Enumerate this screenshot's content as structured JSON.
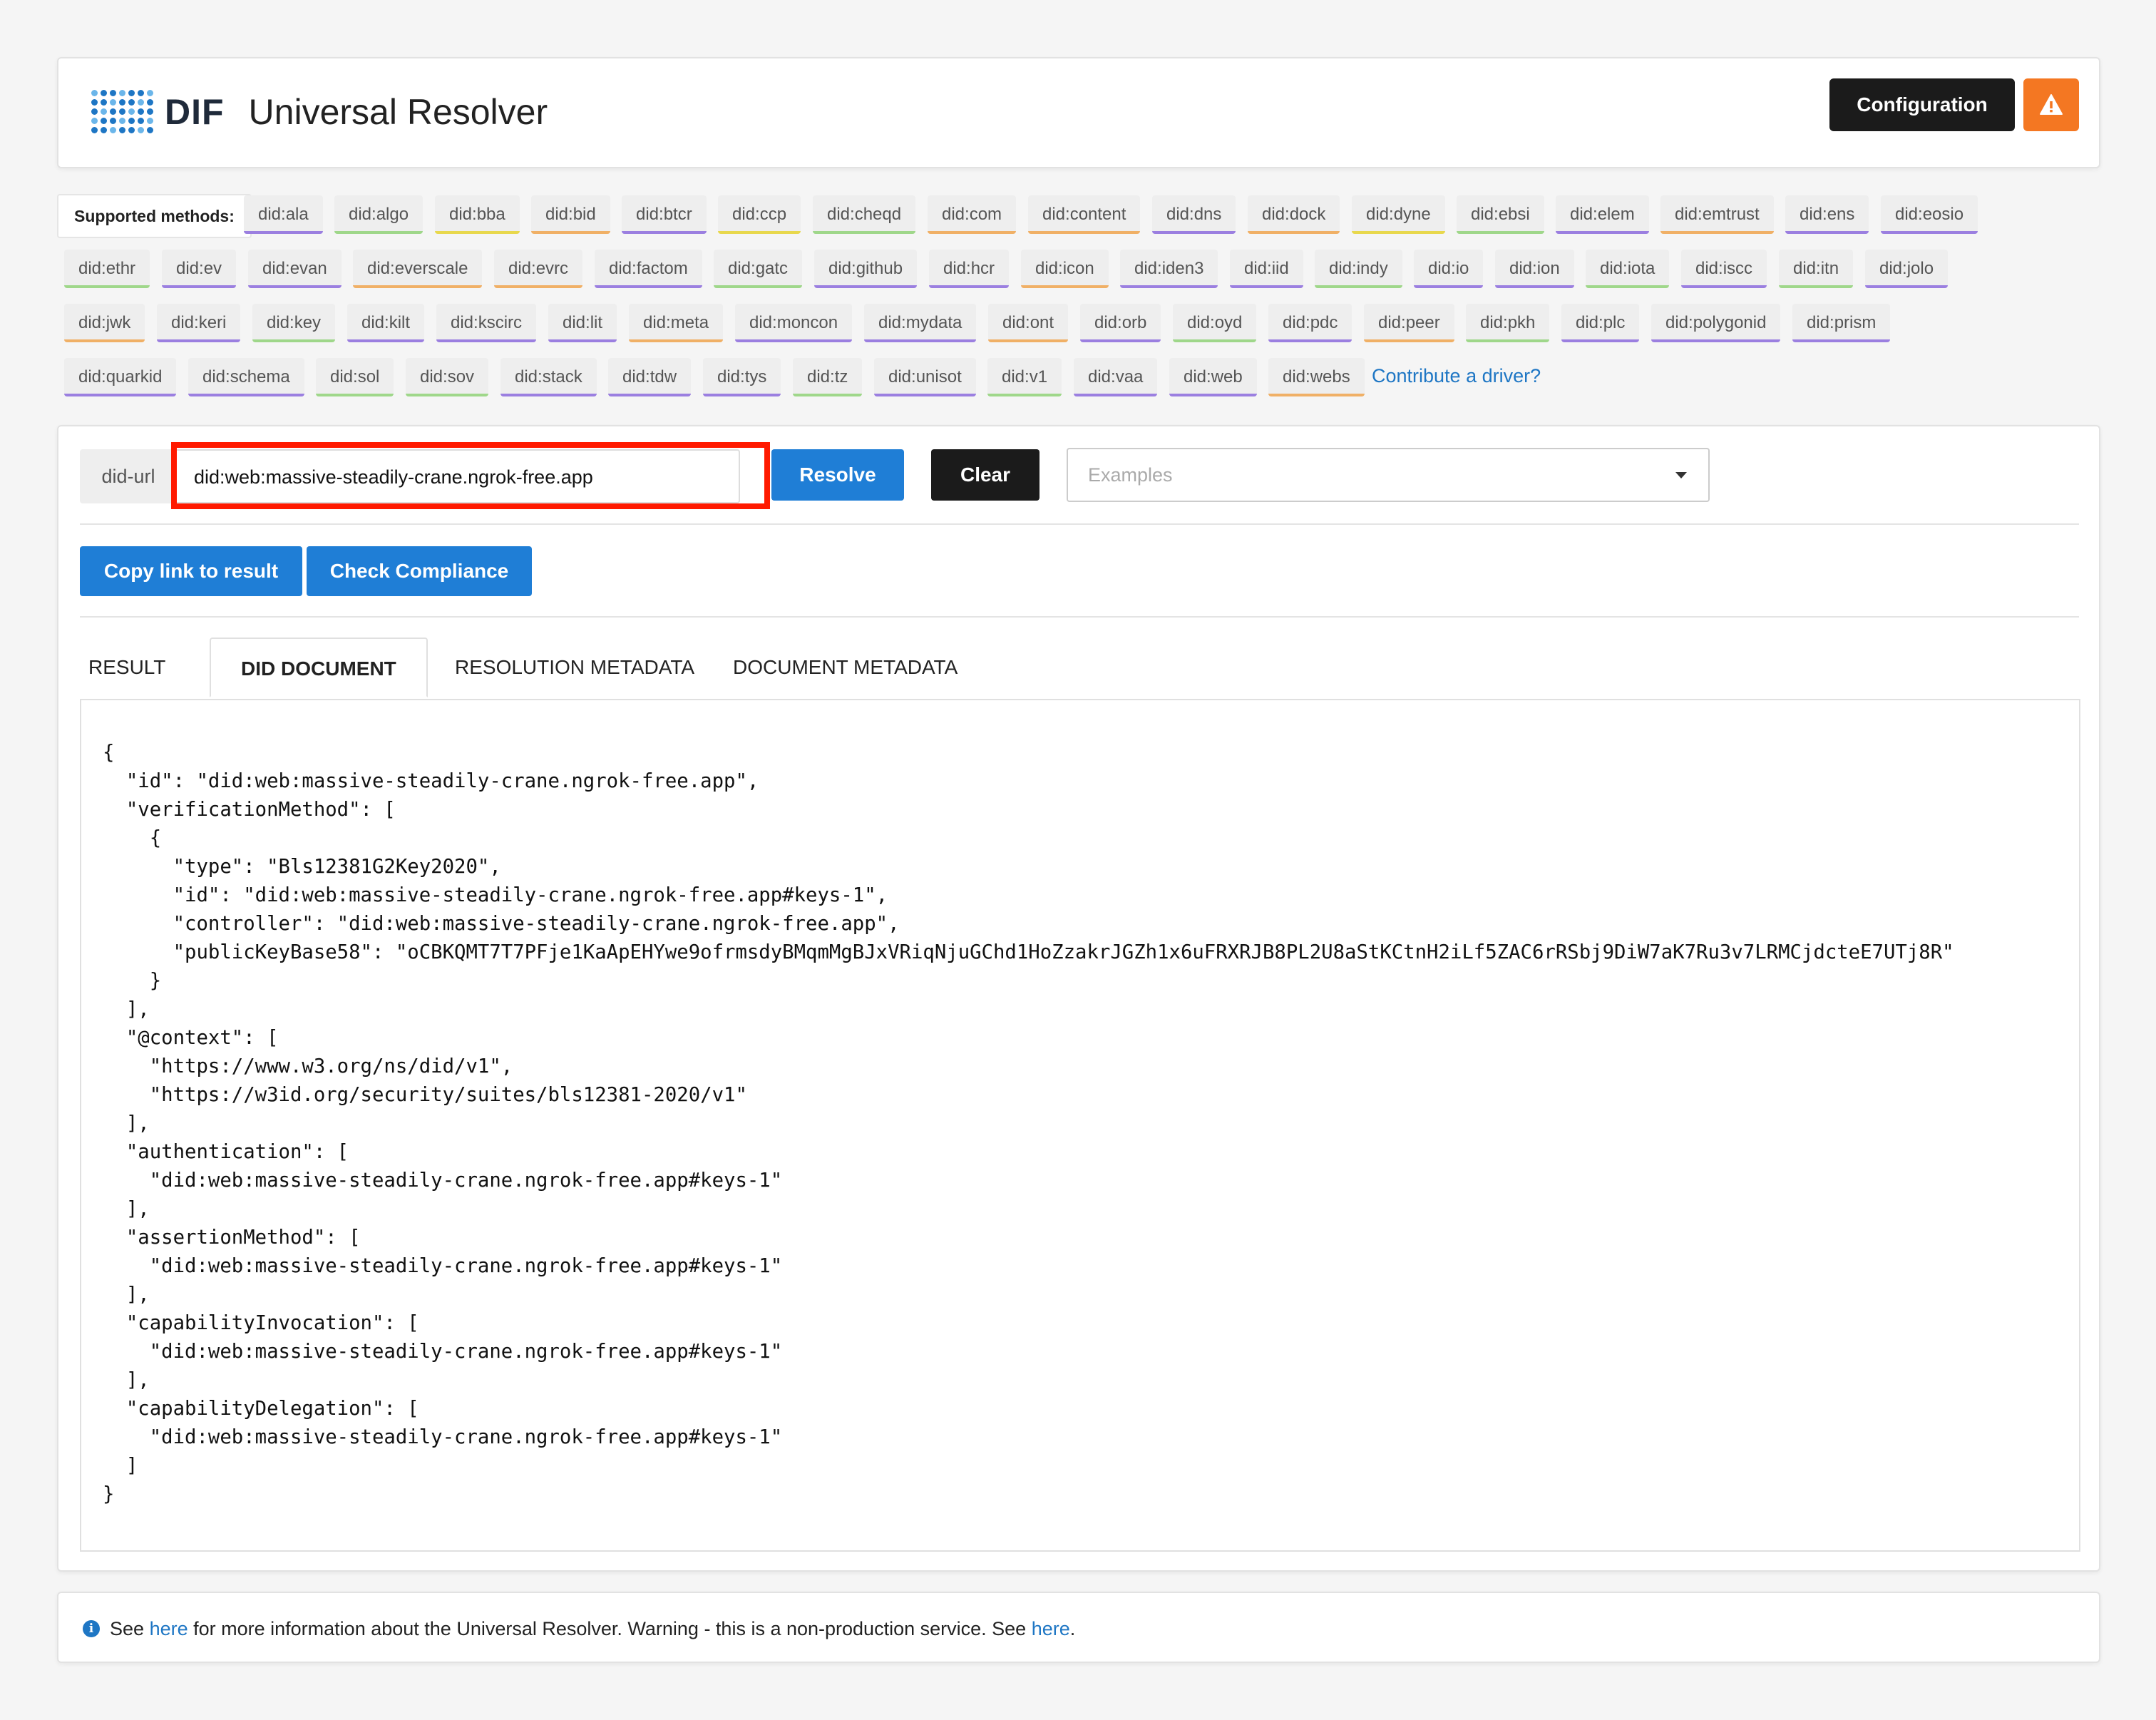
{
  "header": {
    "logo_text": "DIF",
    "title": "Universal Resolver",
    "configuration_label": "Configuration"
  },
  "methods": {
    "label": "Supported methods:",
    "rows": [
      [
        {
          "name": "did:ala",
          "color": "purple"
        },
        {
          "name": "did:algo",
          "color": "green"
        },
        {
          "name": "did:bba",
          "color": "yellow"
        },
        {
          "name": "did:bid",
          "color": "orange"
        },
        {
          "name": "did:btcr",
          "color": "purple"
        },
        {
          "name": "did:ccp",
          "color": "yellow"
        },
        {
          "name": "did:cheqd",
          "color": "green"
        },
        {
          "name": "did:com",
          "color": "orange"
        },
        {
          "name": "did:content",
          "color": "orange"
        },
        {
          "name": "did:dns",
          "color": "purple"
        },
        {
          "name": "did:dock",
          "color": "orange"
        },
        {
          "name": "did:dyne",
          "color": "yellow"
        },
        {
          "name": "did:ebsi",
          "color": "green"
        },
        {
          "name": "did:elem",
          "color": "purple"
        },
        {
          "name": "did:emtrust",
          "color": "orange"
        },
        {
          "name": "did:ens",
          "color": "purple"
        },
        {
          "name": "did:eosio",
          "color": "purple"
        }
      ],
      [
        {
          "name": "did:ethr",
          "color": "green"
        },
        {
          "name": "did:ev",
          "color": "purple"
        },
        {
          "name": "did:evan",
          "color": "purple"
        },
        {
          "name": "did:everscale",
          "color": "orange"
        },
        {
          "name": "did:evrc",
          "color": "orange"
        },
        {
          "name": "did:factom",
          "color": "purple"
        },
        {
          "name": "did:gatc",
          "color": "green"
        },
        {
          "name": "did:github",
          "color": "purple"
        },
        {
          "name": "did:hcr",
          "color": "purple"
        },
        {
          "name": "did:icon",
          "color": "orange"
        },
        {
          "name": "did:iden3",
          "color": "purple"
        },
        {
          "name": "did:iid",
          "color": "purple"
        },
        {
          "name": "did:indy",
          "color": "green"
        },
        {
          "name": "did:io",
          "color": "purple"
        },
        {
          "name": "did:ion",
          "color": "purple"
        },
        {
          "name": "did:iota",
          "color": "green"
        },
        {
          "name": "did:iscc",
          "color": "purple"
        },
        {
          "name": "did:itn",
          "color": "green"
        },
        {
          "name": "did:jolo",
          "color": "purple"
        }
      ],
      [
        {
          "name": "did:jwk",
          "color": "orange"
        },
        {
          "name": "did:keri",
          "color": "purple"
        },
        {
          "name": "did:key",
          "color": "green"
        },
        {
          "name": "did:kilt",
          "color": "purple"
        },
        {
          "name": "did:kscirc",
          "color": "purple"
        },
        {
          "name": "did:lit",
          "color": "purple"
        },
        {
          "name": "did:meta",
          "color": "orange"
        },
        {
          "name": "did:moncon",
          "color": "purple"
        },
        {
          "name": "did:mydata",
          "color": "purple"
        },
        {
          "name": "did:ont",
          "color": "orange"
        },
        {
          "name": "did:orb",
          "color": "purple"
        },
        {
          "name": "did:oyd",
          "color": "green"
        },
        {
          "name": "did:pdc",
          "color": "purple"
        },
        {
          "name": "did:peer",
          "color": "orange"
        },
        {
          "name": "did:pkh",
          "color": "green"
        },
        {
          "name": "did:plc",
          "color": "purple"
        },
        {
          "name": "did:polygonid",
          "color": "purple"
        },
        {
          "name": "did:prism",
          "color": "purple"
        }
      ],
      [
        {
          "name": "did:quarkid",
          "color": "purple"
        },
        {
          "name": "did:schema",
          "color": "purple"
        },
        {
          "name": "did:sol",
          "color": "green"
        },
        {
          "name": "did:sov",
          "color": "green"
        },
        {
          "name": "did:stack",
          "color": "purple"
        },
        {
          "name": "did:tdw",
          "color": "purple"
        },
        {
          "name": "did:tys",
          "color": "purple"
        },
        {
          "name": "did:tz",
          "color": "green"
        },
        {
          "name": "did:unisot",
          "color": "purple"
        },
        {
          "name": "did:v1",
          "color": "green"
        },
        {
          "name": "did:vaa",
          "color": "purple"
        },
        {
          "name": "did:web",
          "color": "purple"
        },
        {
          "name": "did:webs",
          "color": "orange"
        }
      ]
    ],
    "contribute_label": "Contribute a driver?"
  },
  "resolver": {
    "did_url_label": "did-url",
    "did_url_value": "did:web:massive-steadily-crane.ngrok-free.app",
    "resolve_label": "Resolve",
    "clear_label": "Clear",
    "examples_placeholder": "Examples",
    "copy_link_label": "Copy link to result",
    "check_compliance_label": "Check Compliance"
  },
  "tabs": [
    {
      "label": "RESULT",
      "active": false
    },
    {
      "label": "DID DOCUMENT",
      "active": true
    },
    {
      "label": "RESOLUTION METADATA",
      "active": false
    },
    {
      "label": "DOCUMENT METADATA",
      "active": false
    }
  ],
  "did_document_text": "{\n  \"id\": \"did:web:massive-steadily-crane.ngrok-free.app\",\n  \"verificationMethod\": [\n    {\n      \"type\": \"Bls12381G2Key2020\",\n      \"id\": \"did:web:massive-steadily-crane.ngrok-free.app#keys-1\",\n      \"controller\": \"did:web:massive-steadily-crane.ngrok-free.app\",\n      \"publicKeyBase58\": \"oCBKQMT7T7PFje1KaApEHYwe9ofrmsdyBMqmMgBJxVRiqNjuGChd1HoZzakrJGZh1x6uFRXRJB8PL2U8aStKCtnH2iLf5ZAC6rRSbj9DiW7aK7Ru3v7LRMCjdcteE7UTj8R\"\n    }\n  ],\n  \"@context\": [\n    \"https://www.w3.org/ns/did/v1\",\n    \"https://w3id.org/security/suites/bls12381-2020/v1\"\n  ],\n  \"authentication\": [\n    \"did:web:massive-steadily-crane.ngrok-free.app#keys-1\"\n  ],\n  \"assertionMethod\": [\n    \"did:web:massive-steadily-crane.ngrok-free.app#keys-1\"\n  ],\n  \"capabilityInvocation\": [\n    \"did:web:massive-steadily-crane.ngrok-free.app#keys-1\"\n  ],\n  \"capabilityDelegation\": [\n    \"did:web:massive-steadily-crane.ngrok-free.app#keys-1\"\n  ]\n}",
  "footer": {
    "see": "See",
    "link1": "here",
    "middle": "for more information about the Universal Resolver. Warning - this is a non-production service. See",
    "link2": "here",
    "end": "."
  },
  "colors": {
    "primary_blue": "#1f7ed6",
    "dark_button": "#1b1b1b",
    "warning_orange": "#f47722",
    "highlight_red": "#ff1a00",
    "chip_purple": "#9b7fe0",
    "chip_green": "#9fd78a",
    "chip_yellow": "#e8d84d",
    "chip_orange": "#f0b066"
  }
}
